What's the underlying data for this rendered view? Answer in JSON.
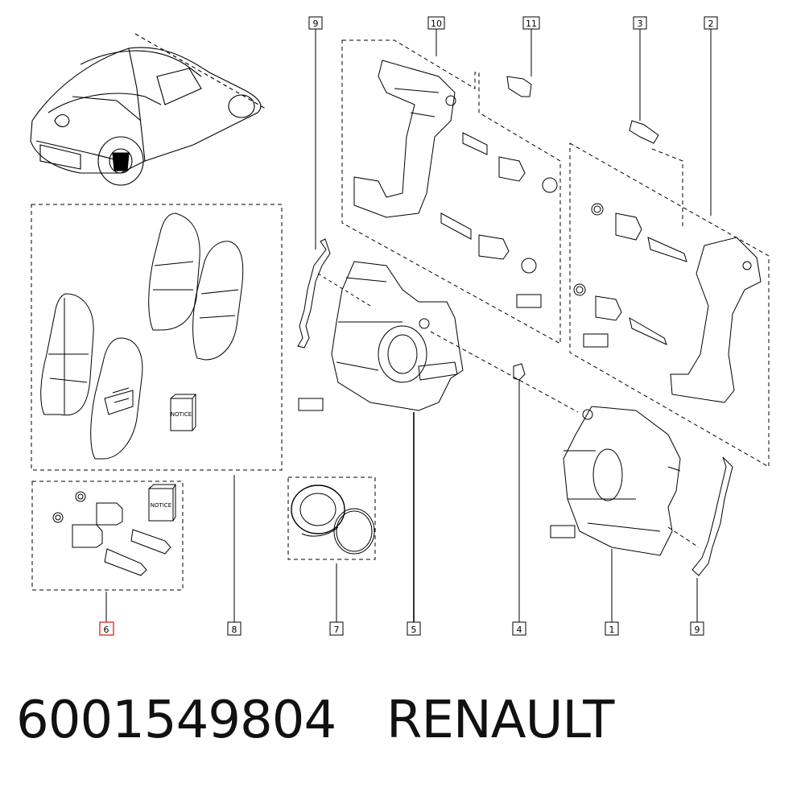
{
  "callouts": [
    {
      "id": "c1",
      "label": "1"
    },
    {
      "id": "c2",
      "label": "2"
    },
    {
      "id": "c3",
      "label": "3"
    },
    {
      "id": "c4",
      "label": "4"
    },
    {
      "id": "c5",
      "label": "5"
    },
    {
      "id": "c6",
      "label": "6",
      "highlighted": true
    },
    {
      "id": "c7",
      "label": "7"
    },
    {
      "id": "c8",
      "label": "8"
    },
    {
      "id": "c9_top",
      "label": "9"
    },
    {
      "id": "c9_bottom",
      "label": "9"
    },
    {
      "id": "c10",
      "label": "10"
    },
    {
      "id": "c11",
      "label": "11"
    }
  ],
  "notice_label": "NOTICE",
  "caption": {
    "part_number": "6001549804",
    "brand": "RENAULT"
  },
  "colors": {
    "line": "#000000",
    "highlight": "#e03030"
  }
}
